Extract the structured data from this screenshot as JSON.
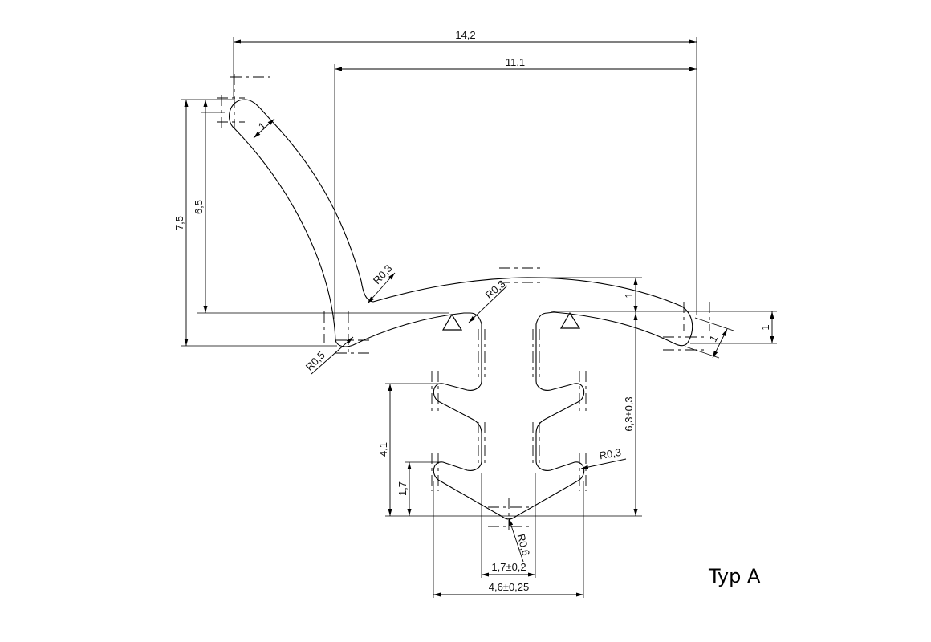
{
  "drawing": {
    "title": "Typ A",
    "dimensions": {
      "width_total": "14,2",
      "width_upper": "11,1",
      "height_total": "7,5",
      "height_lip": "6,5",
      "lip_thickness": "1",
      "radius_top_inner": "R0,3",
      "radius_center": "R0,3",
      "radius_left_tip": "R0,5",
      "right_wing_height": "1",
      "right_wing_thickness": "1",
      "right_height": "1",
      "stem_height": "6,3±0,3",
      "barb_span": "4,1",
      "barb_low": "1,7",
      "radius_barb": "R0,3",
      "radius_bottom": "R0,6",
      "stem_width": "1,7±0,2",
      "barb_width": "4,6±0,25"
    }
  }
}
